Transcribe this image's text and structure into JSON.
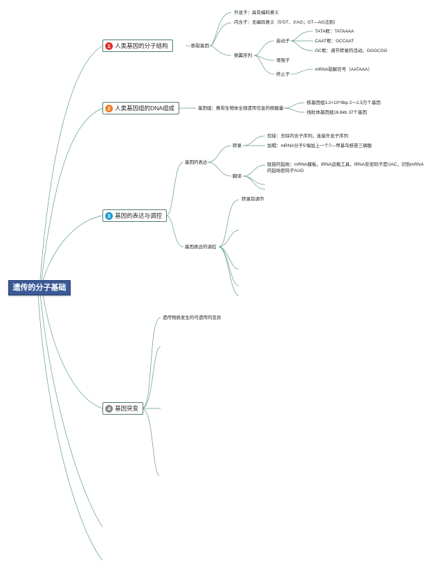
{
  "root": "遗传的分子基础",
  "topics": [
    {
      "num": "1",
      "label": "人类基因的分子结构",
      "color": "#e0322f"
    },
    {
      "num": "2",
      "label": "人类基因组的DNA组成",
      "color": "#f07b23"
    },
    {
      "num": "3",
      "label": "基因的表达与调控",
      "color": "#1f9ad8"
    },
    {
      "num": "4",
      "label": "基因突变",
      "color": "#8a8a8a"
    }
  ],
  "t1": {
    "split_gene": "断裂基因",
    "exon": "外显子：具有编码意义",
    "intron": "内含子：无编码意义（5'GT、3'AG；GT—AG法则）",
    "flanking": "侧翼序列",
    "promoter": "启动子",
    "tata": "TATA框：TATAAAA",
    "caat": "CAAT框：GCCAAT",
    "gc": "GC框：调节转录的活动。GGGCGG",
    "enhancer": "增强子",
    "terminator": "终止子",
    "mrna_signal": "mRNA裂解信号（AATAAA）"
  },
  "t2": {
    "genome": "基因组：携带生物体全部遗传信息的核酸量",
    "nuclear": "核基因组3.2×10^9bp 2〜2.5万个基因",
    "mito": "线粒体基因组16.6kb 37个基因"
  },
  "t3": {
    "expression": "基因的表达",
    "transcription": "转录",
    "splicing": "剪接：去除内含子序列，连接外显子序列",
    "capping": "加帽：mRNA分子5'端加上一个7—甲基鸟核苷三磷酸",
    "translation": "翻译",
    "translation_detail": "肽链的起始：mRNA模板，tRNA运载工具，tRNA反密码子是UAC，识别mRNA的起始密码子AUG",
    "regulation": "基因表达的调控",
    "pre_transcription": "转录前调节"
  },
  "t4": {
    "mutation_def": "遗传物质发生的可遗传的变异"
  }
}
